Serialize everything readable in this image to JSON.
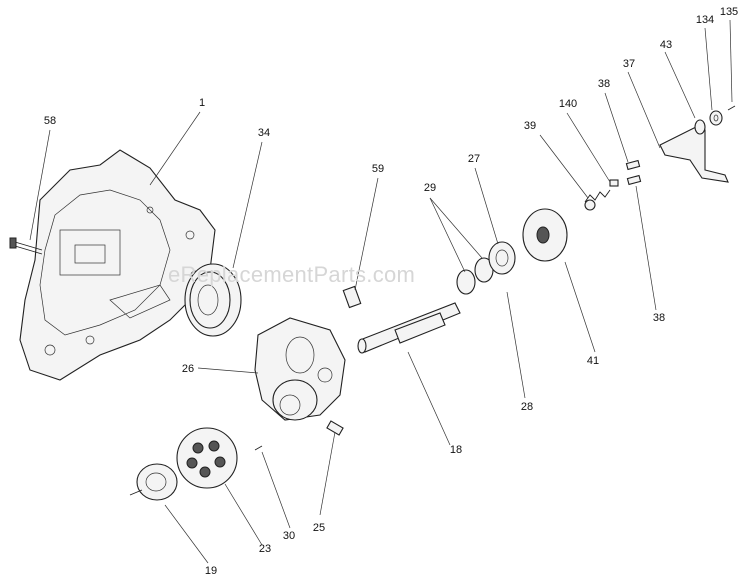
{
  "diagram": {
    "watermark": "eReplacementParts.com",
    "callouts": [
      {
        "id": "c1",
        "text": "1"
      },
      {
        "id": "c58",
        "text": "58"
      },
      {
        "id": "c34",
        "text": "34"
      },
      {
        "id": "c59",
        "text": "59"
      },
      {
        "id": "c29",
        "text": "29"
      },
      {
        "id": "c27",
        "text": "27"
      },
      {
        "id": "c39",
        "text": "39"
      },
      {
        "id": "c140",
        "text": "140"
      },
      {
        "id": "c38a",
        "text": "38"
      },
      {
        "id": "c37",
        "text": "37"
      },
      {
        "id": "c43",
        "text": "43"
      },
      {
        "id": "c134",
        "text": "134"
      },
      {
        "id": "c135",
        "text": "135"
      },
      {
        "id": "c26",
        "text": "26"
      },
      {
        "id": "c18",
        "text": "18"
      },
      {
        "id": "c28",
        "text": "28"
      },
      {
        "id": "c41",
        "text": "41"
      },
      {
        "id": "c38b",
        "text": "38"
      },
      {
        "id": "c25",
        "text": "25"
      },
      {
        "id": "c30",
        "text": "30"
      },
      {
        "id": "c23",
        "text": "23"
      },
      {
        "id": "c19",
        "text": "19"
      }
    ]
  }
}
